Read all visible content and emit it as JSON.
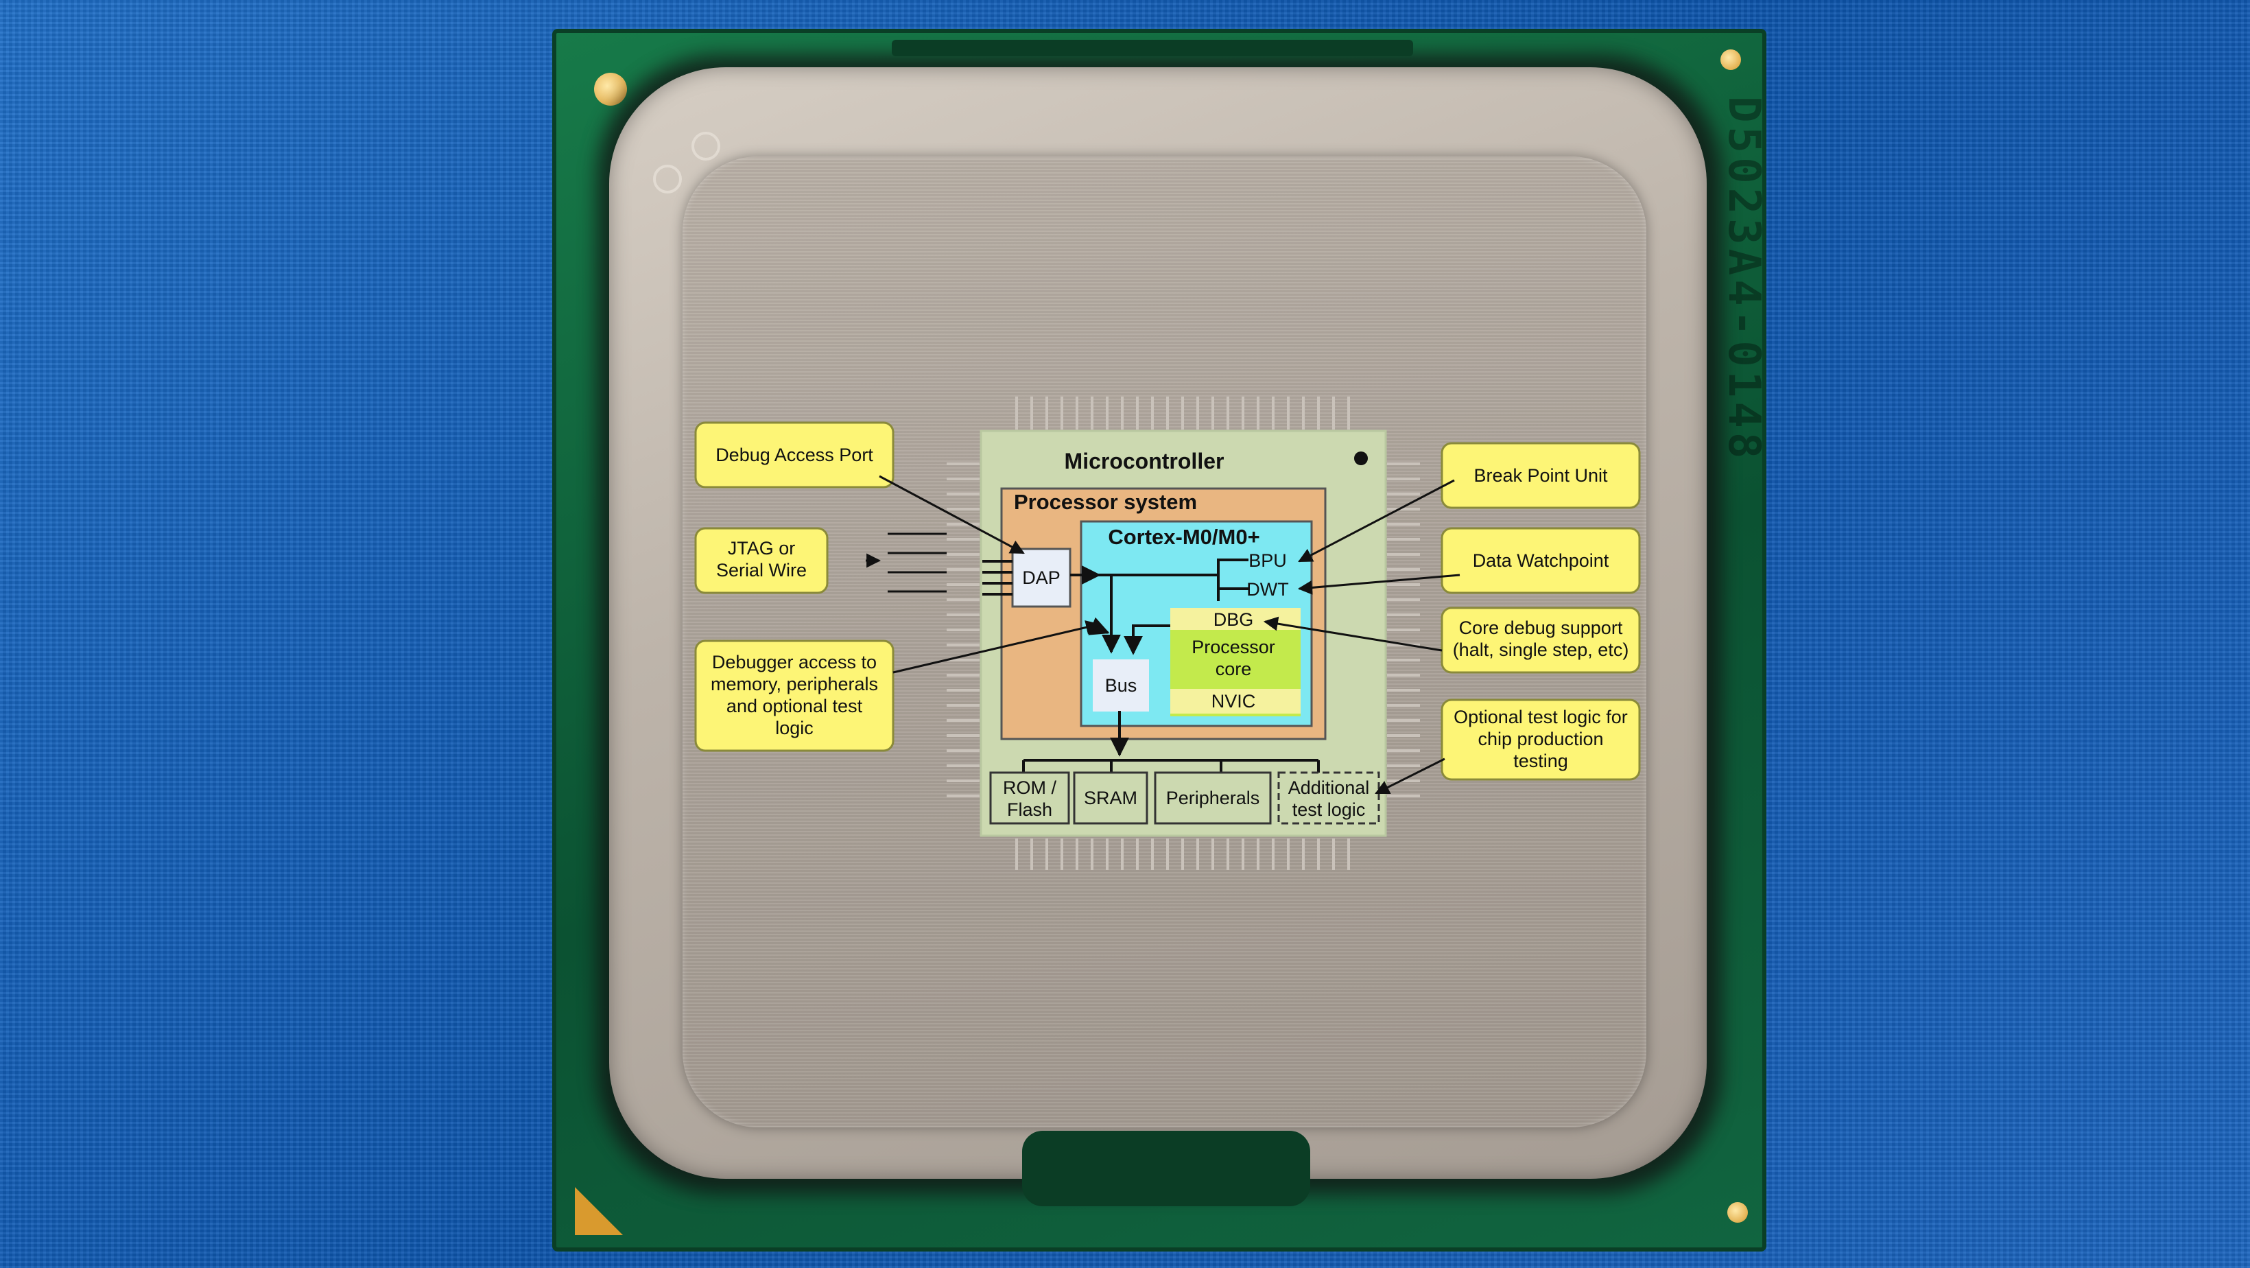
{
  "diagram": {
    "title": "Microcontroller",
    "processor_system": "Processor system",
    "cortex": "Cortex-M0/M0+",
    "dap": "DAP",
    "bpu": "BPU",
    "dwt": "DWT",
    "dbg": "DBG",
    "processor_core": [
      "Processor",
      "core"
    ],
    "nvic": "NVIC",
    "bus": "Bus",
    "rom_flash": [
      "ROM /",
      "Flash"
    ],
    "sram": "SRAM",
    "peripherals": "Peripherals",
    "additional_test_logic": [
      "Additional",
      "test logic"
    ]
  },
  "callouts": {
    "debug_access_port": [
      "Debug Access Port"
    ],
    "jtag": [
      "JTAG or",
      "Serial Wire"
    ],
    "debugger_access": [
      "Debugger access to",
      "memory, peripherals",
      "and optional test",
      "logic"
    ],
    "break_point_unit": [
      "Break Point Unit"
    ],
    "data_watchpoint": [
      "Data Watchpoint"
    ],
    "core_debug": [
      "Core debug support",
      "(halt, single step, etc)"
    ],
    "optional_test": [
      "Optional test logic for",
      "chip production",
      "testing"
    ]
  },
  "package_marking": "D5023A4-0148",
  "colors": {
    "callout_fill": "#fdf576",
    "callout_border": "#8a8a3a",
    "microcontroller_fill": "#ccd9b0",
    "processor_system_fill": "#e9b681",
    "cortex_fill": "#7de8f2",
    "core_fill": "#c3ea4c",
    "dbg_fill": "#f5f29e",
    "box_fill": "#e8eef8"
  }
}
